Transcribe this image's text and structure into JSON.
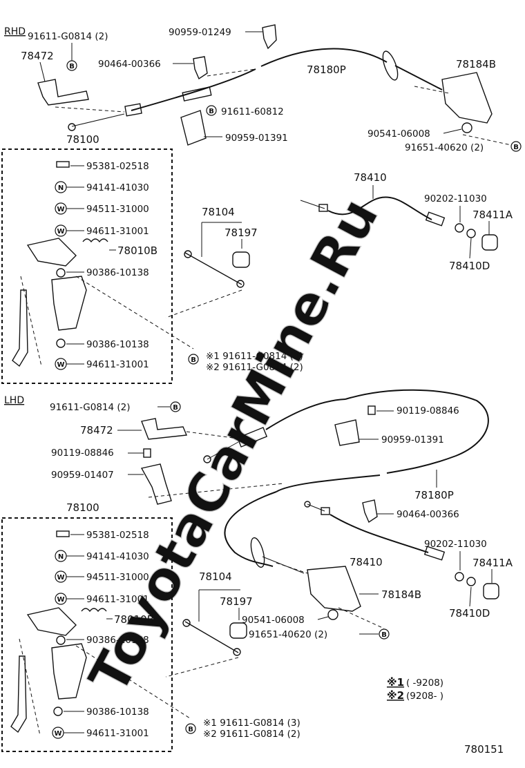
{
  "sections": {
    "rhd": "RHD",
    "lhd": "LHD"
  },
  "watermark": "ToyotaCarMine.Ru",
  "rhd": {
    "l_91611_G0814_2": "91611-G0814 (2)",
    "l_90959_01249": "90959-01249",
    "l_78472": "78472",
    "l_90464_00366": "90464-00366",
    "l_78180P": "78180P",
    "l_78184B": "78184B",
    "l_91611_60812": "91611-60812",
    "l_90959_01391": "90959-01391",
    "l_90541_06008": "90541-06008",
    "l_91651_40620_2": "91651-40620 (2)",
    "l_78100": "78100",
    "l_95381_02518": "95381-02518",
    "l_94141_41030": "94141-41030",
    "l_94511_31000": "94511-31000",
    "l_94611_31001a": "94611-31001",
    "l_78010B": "78010B",
    "l_90386_10138a": "90386-10138",
    "l_90386_10138b": "90386-10138",
    "l_94611_31001b": "94611-31001",
    "l_78104": "78104",
    "l_78197": "78197",
    "l_78410": "78410",
    "l_90202_11030": "90202-11030",
    "l_78411A": "78411A",
    "l_78410D": "78410D",
    "note1": "※1 91611-G0814 (3)",
    "note2": "※2 91611-G0814 (2)"
  },
  "lhd": {
    "l_91611_G0814_2": "91611-G0814 (2)",
    "l_90119_08846a": "90119-08846",
    "l_78472": "78472",
    "l_90959_01391": "90959-01391",
    "l_90119_08846b": "90119-08846",
    "l_90959_01407": "90959-01407",
    "l_78180P": "78180P",
    "l_78100": "78100",
    "l_90464_00366": "90464-00366",
    "l_95381_02518": "95381-02518",
    "l_94141_41030": "94141-41030",
    "l_90202_11030": "90202-11030",
    "l_78410": "78410",
    "l_78411A": "78411A",
    "l_94511_31000": "94511-31000",
    "l_78104": "78104",
    "l_78184B": "78184B",
    "l_94611_31001a": "94611-31001",
    "l_78197": "78197",
    "l_78410D": "78410D",
    "l_78010B": "78010B",
    "l_90541_06008": "90541-06008",
    "l_91651_40620_2": "91651-40620 (2)",
    "l_90386_10138a": "90386-10138",
    "l_90386_10138b": "90386-10138",
    "l_94611_31001b": "94611-31001",
    "note1": "※1 91611-G0814 (3)",
    "note2": "※2 91611-G0814 (2)"
  },
  "legend": {
    "row1_key": "※1",
    "row1_range": "(        -9208)",
    "row2_key": "※2",
    "row2_range": "(9208-          )"
  },
  "symbols": {
    "bolt": "B",
    "nut": "N",
    "washer": "W"
  },
  "figure_number": "780151"
}
